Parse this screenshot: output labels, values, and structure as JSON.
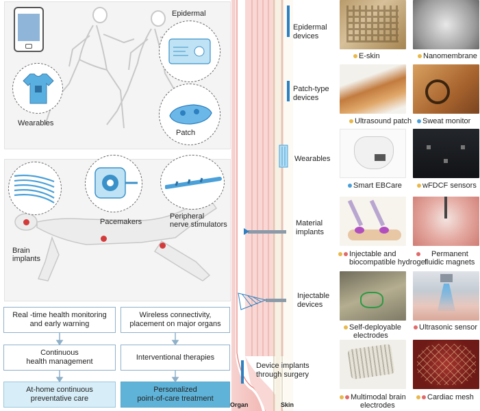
{
  "top_panel": {
    "epidermal": "Epidermal",
    "wearables": "Wearables",
    "patch": "Patch"
  },
  "mid_panel": {
    "pacemakers": "Pacemakers",
    "peripheral": [
      "Peripheral",
      "nerve stimulators"
    ],
    "brain": [
      "Brain",
      "implants"
    ]
  },
  "boxes": {
    "left": [
      [
        "Real -time health monitoring",
        "and early warning"
      ],
      [
        "Continuous",
        "health management"
      ],
      [
        "At-home continuous",
        "preventative care"
      ]
    ],
    "right": [
      [
        "Wireless connectivity,",
        "placement on major organs"
      ],
      [
        "Interventional therapies"
      ],
      [
        "Personalized",
        "point-of-care  treatment"
      ]
    ]
  },
  "layers": {
    "organ": "Organ",
    "skin": "Skin"
  },
  "categories": [
    [
      "Epidermal",
      "devices"
    ],
    [
      "Patch-type",
      "devices"
    ],
    [
      "Wearables"
    ],
    [
      "Material",
      "implants"
    ],
    [
      "Injectable",
      "devices"
    ],
    [
      "Device implants",
      "through surgery"
    ]
  ],
  "photos": [
    {
      "left": {
        "label": [
          "E-skin"
        ],
        "dots": [
          "#e8b84a"
        ]
      },
      "right": {
        "label": [
          "Nanomembrane"
        ],
        "dots": [
          "#e8b84a"
        ]
      }
    },
    {
      "left": {
        "label": [
          "Ultrasound patch"
        ],
        "dots": [
          "#e8b84a"
        ]
      },
      "right": {
        "label": [
          "Sweat monitor"
        ],
        "dots": [
          "#4a9fd8"
        ]
      }
    },
    {
      "left": {
        "label": [
          "Smart EBCare"
        ],
        "dots": [
          "#4a9fd8"
        ]
      },
      "right": {
        "label": [
          "wFDCF sensors"
        ],
        "dots": [
          "#e8b84a"
        ]
      }
    },
    {
      "left": {
        "label": [
          "Injectable and",
          "biocompatible hydrogel"
        ],
        "dots": [
          "#e8b84a",
          "#e06a6a"
        ]
      },
      "right": {
        "label": [
          "Permanent",
          "fluidic magnets"
        ],
        "dots": [
          "#e06a6a"
        ]
      }
    },
    {
      "left": {
        "label": [
          "Self-deployable",
          "electrodes"
        ],
        "dots": [
          "#e8b84a"
        ]
      },
      "right": {
        "label": [
          "Ultrasonic sensor"
        ],
        "dots": [
          "#e06a6a"
        ]
      }
    },
    {
      "left": {
        "label": [
          "Multimodal brain",
          "electrodes"
        ],
        "dots": [
          "#e8b84a",
          "#e06a6a"
        ]
      },
      "right": {
        "label": [
          "Cardiac mesh"
        ],
        "dots": [
          "#e8b84a",
          "#e06a6a"
        ]
      }
    }
  ],
  "colors": {
    "yellow": "#e8b84a",
    "blue": "#4a9fd8",
    "red": "#e06a6a",
    "device_blue": "#2c7fc0"
  }
}
